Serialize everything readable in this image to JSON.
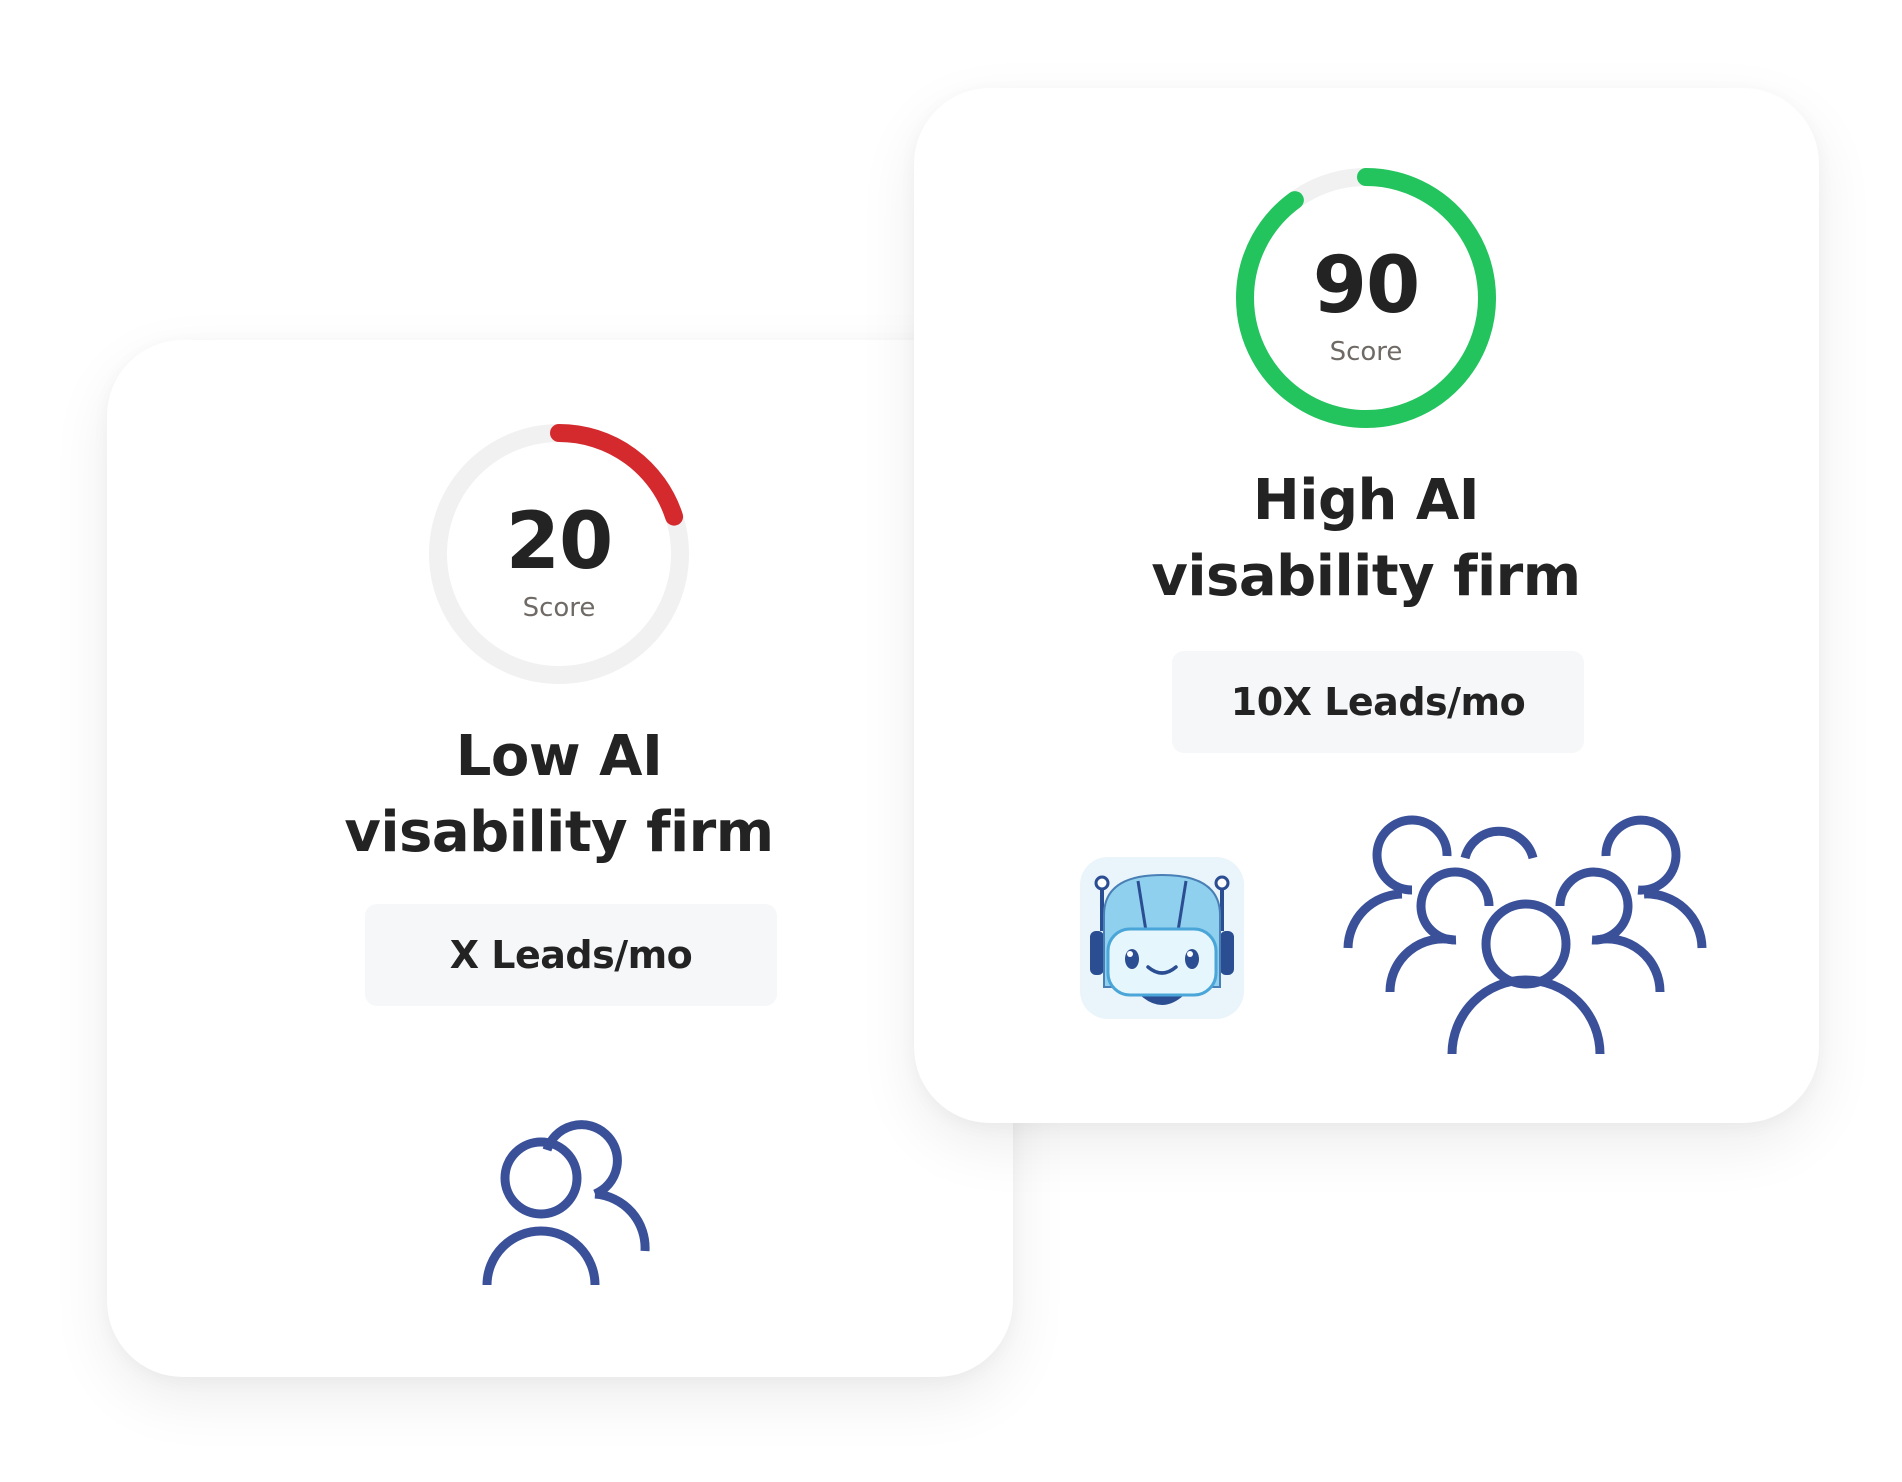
{
  "cards": {
    "low": {
      "score": "20",
      "score_fraction": 0.2,
      "score_label": "Score",
      "title_line1": "Low AI",
      "title_line2": "visability firm",
      "leads": "X Leads/mo",
      "accent_color": "#d42a2e",
      "track_color": "#f1f1f1",
      "icon": "two-people-icon"
    },
    "high": {
      "score": "90",
      "score_fraction": 0.9,
      "score_label": "Score",
      "title_line1": "High AI",
      "title_line2": "visability firm",
      "leads": "10X Leads/mo",
      "accent_color": "#23c45e",
      "track_color": "#f1f1f1",
      "icons": [
        "robot-icon",
        "crowd-icon"
      ]
    }
  },
  "colors": {
    "icon_stroke": "#3a519a",
    "robot_face": "#8fd0ee",
    "robot_body": "#e9f4fb",
    "robot_accent": "#2b4d91",
    "leads_background": "#f5f7f9",
    "text": "#232323",
    "caption": "#6f6a66"
  }
}
